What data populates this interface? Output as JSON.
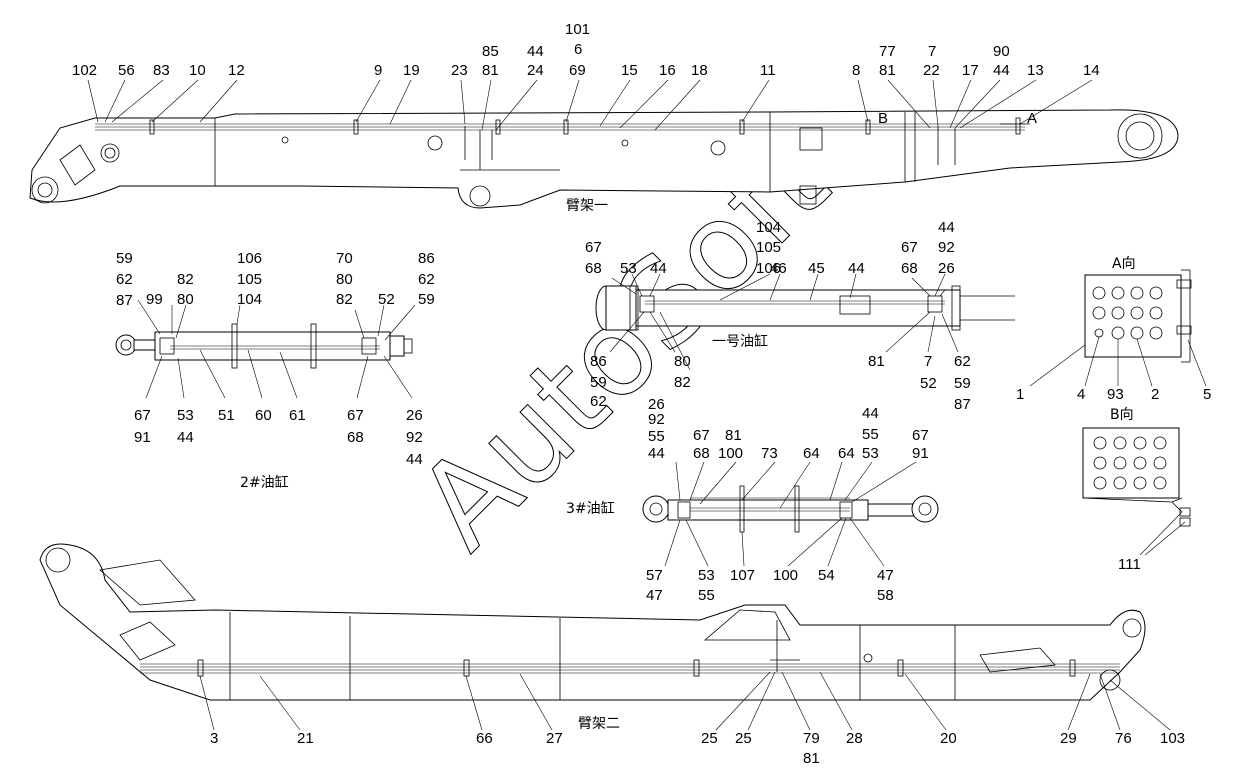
{
  "captions": {
    "arm1": "臂架一",
    "arm2": "臂架二",
    "cyl1": "一号油缸",
    "cyl2": "2#油缸",
    "cyl3": "3#油缸",
    "viewA": "A向",
    "viewB": "B向",
    "markA": "A",
    "markB": "B"
  },
  "watermark": "AutoSoft",
  "arm1_labels": [
    "102",
    "56",
    "83",
    "10",
    "12",
    "9",
    "19",
    "23",
    "85",
    "81",
    "44",
    "24",
    "101",
    "6",
    "69",
    "15",
    "16",
    "18",
    "11",
    "8",
    "77",
    "81",
    "7",
    "22",
    "17",
    "90",
    "44",
    "13",
    "14"
  ],
  "cyl2_labels": [
    "59",
    "62",
    "87",
    "99",
    "82",
    "80",
    "106",
    "105",
    "104",
    "70",
    "80",
    "82",
    "52",
    "86",
    "62",
    "59",
    "67",
    "91",
    "53",
    "44",
    "51",
    "60",
    "61",
    "67",
    "68",
    "26",
    "92",
    "44"
  ],
  "cyl1_labels": [
    "67",
    "68",
    "53",
    "44",
    "104",
    "105",
    "106",
    "46",
    "45",
    "44",
    "44",
    "92",
    "67",
    "68",
    "26",
    "86",
    "59",
    "62",
    "80",
    "82",
    "81",
    "7",
    "52",
    "62",
    "59",
    "87",
    "26",
    "92",
    "55",
    "44"
  ],
  "cyl3_labels": [
    "67",
    "68",
    "81",
    "100",
    "73",
    "64",
    "64",
    "44",
    "55",
    "53",
    "67",
    "91",
    "57",
    "47",
    "53",
    "55",
    "107",
    "100",
    "54",
    "47",
    "58"
  ],
  "viewA_labels": [
    "1",
    "4",
    "93",
    "2",
    "5"
  ],
  "viewB_labels": [
    "111"
  ],
  "arm2_labels": [
    "3",
    "21",
    "66",
    "27",
    "25",
    "25",
    "79",
    "81",
    "28",
    "20",
    "29",
    "76",
    "103"
  ]
}
